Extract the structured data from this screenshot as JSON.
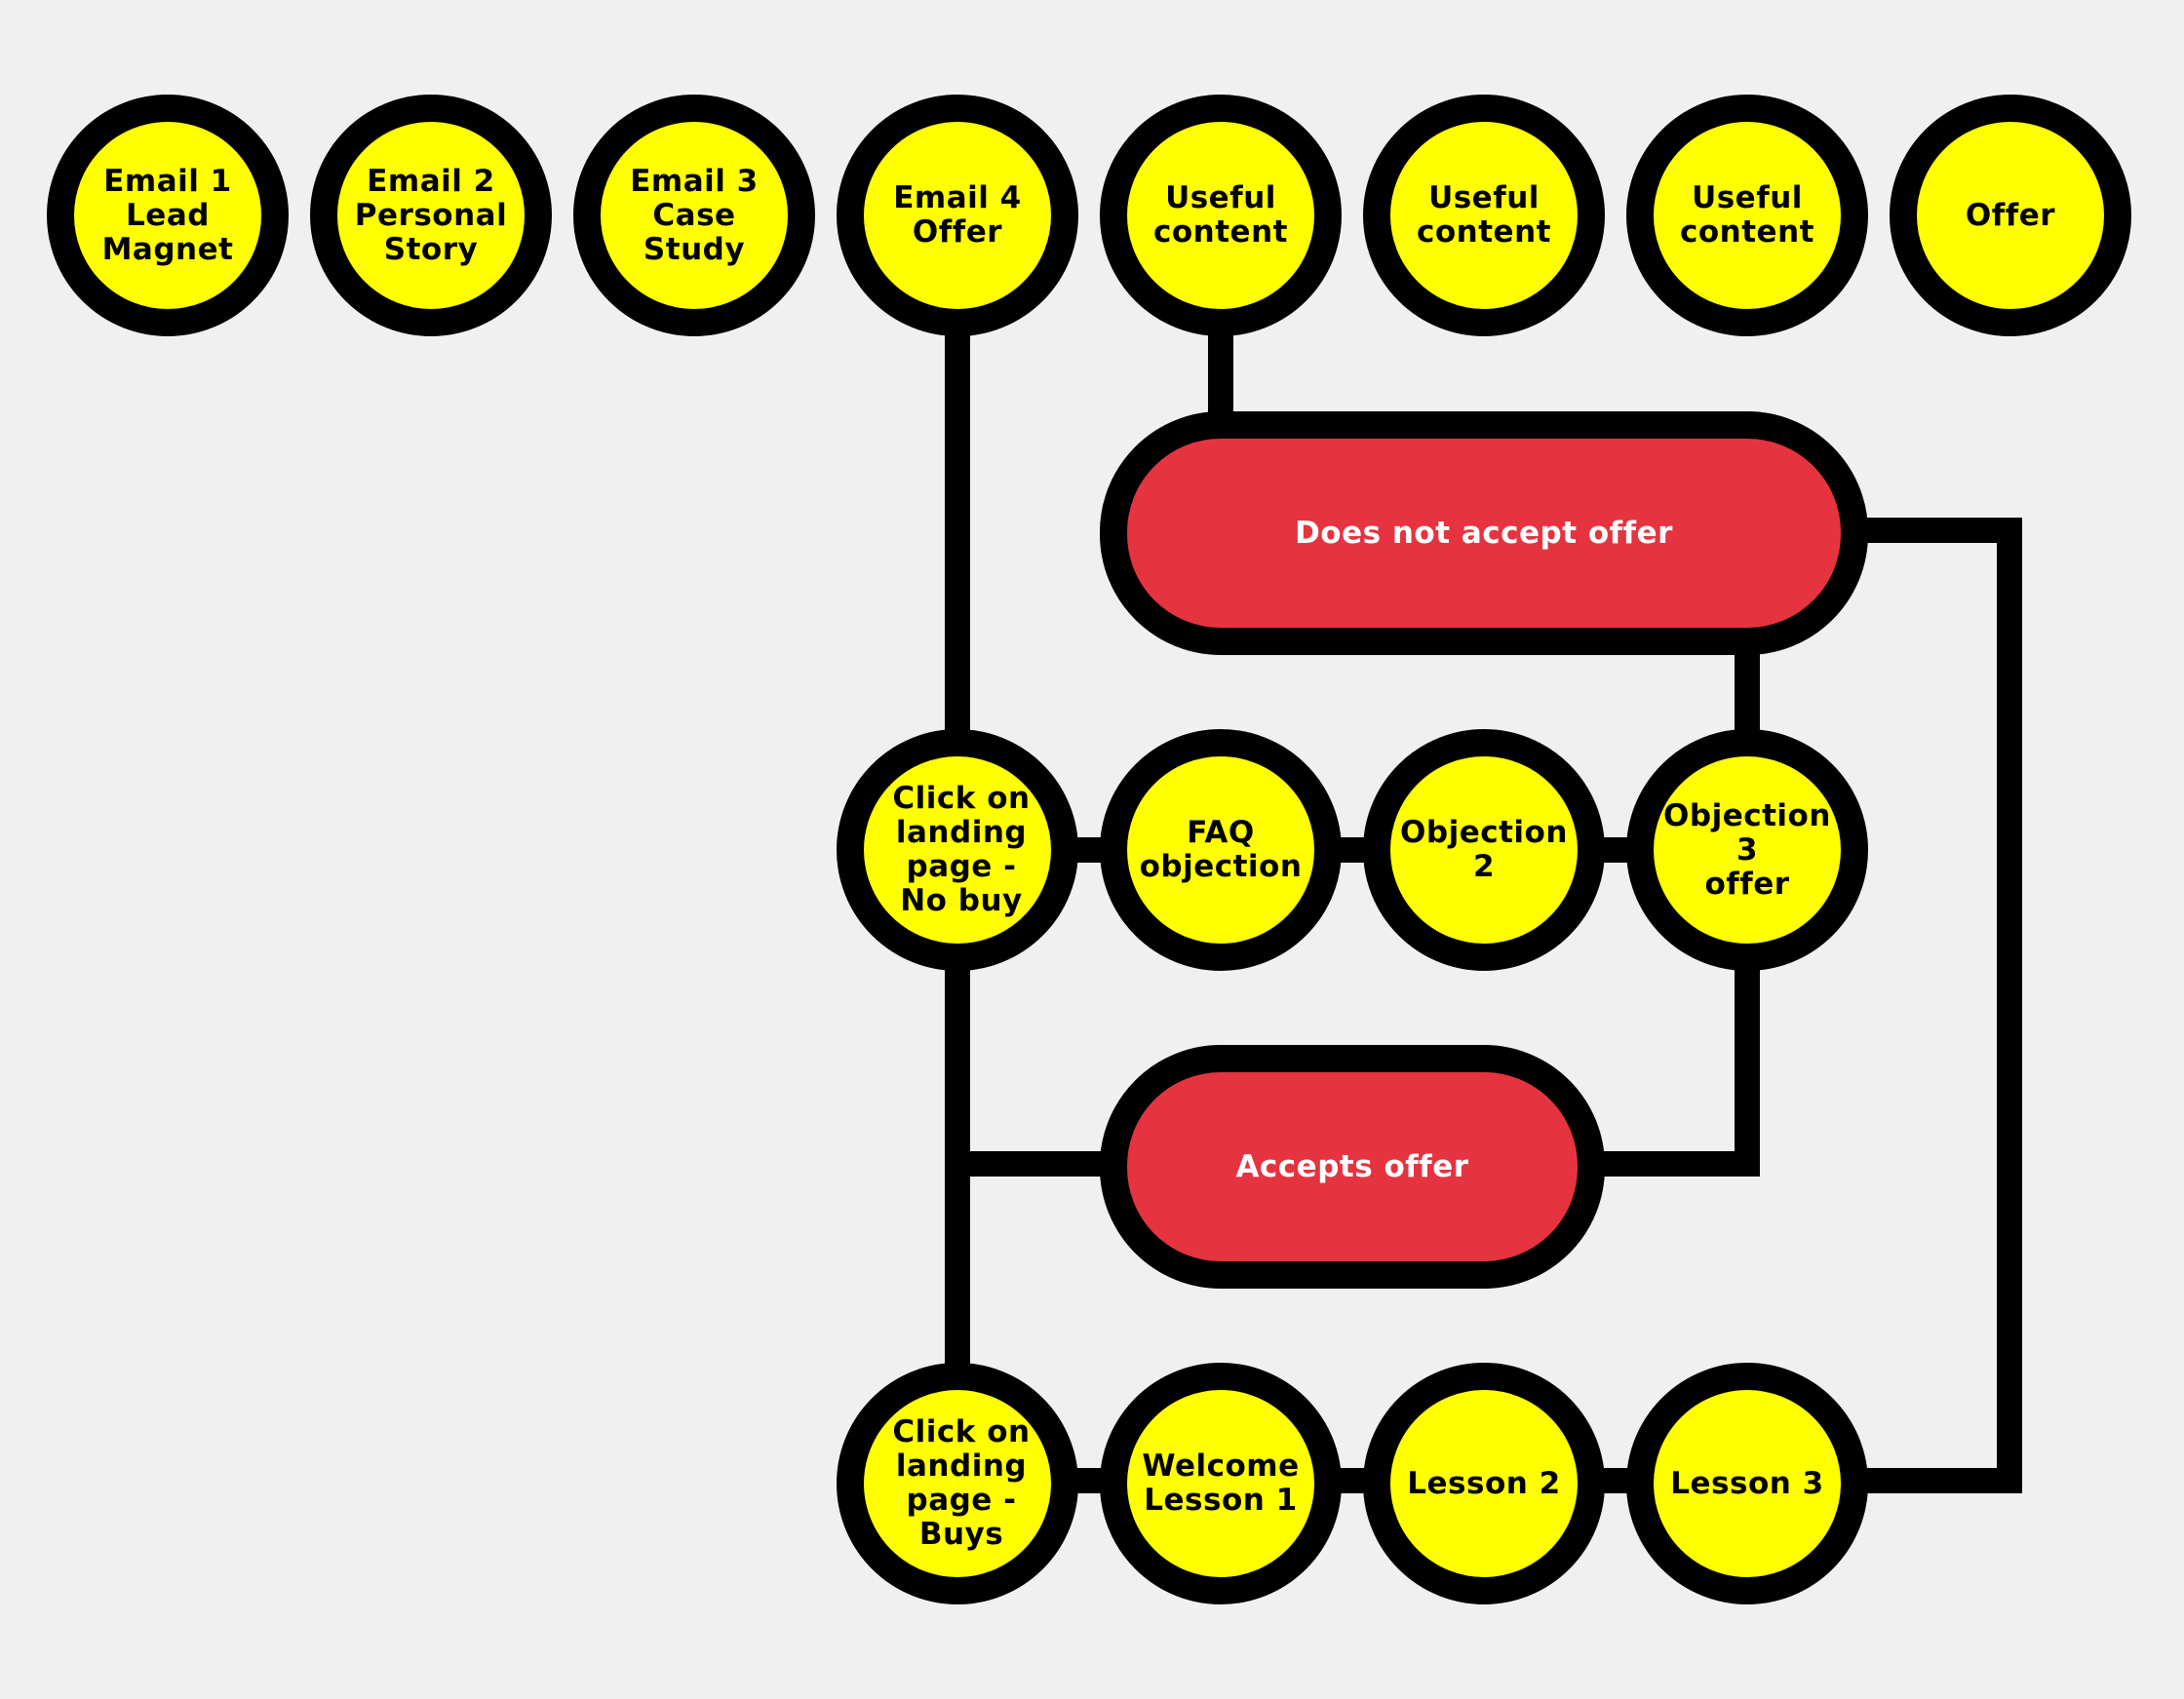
{
  "colors": {
    "background": "#f0f0f0",
    "node_fill": "#ffff00",
    "decision_fill": "#e5343f",
    "outline": "#000000"
  },
  "top_row": [
    {
      "label": "Email 1\nLead\nMagnet"
    },
    {
      "label": "Email 2\nPersonal\nStory"
    },
    {
      "label": "Email 3\nCase\nStudy"
    },
    {
      "label": "Email 4\nOffer"
    },
    {
      "label": "Useful\ncontent"
    },
    {
      "label": "Useful\ncontent"
    },
    {
      "label": "Useful\ncontent"
    },
    {
      "label": "Offer"
    }
  ],
  "decisions": {
    "not_accept": "Does not accept offer",
    "accepts": "Accepts offer"
  },
  "objection_row": [
    {
      "label": "Click on\nlanding\npage -\nNo buy"
    },
    {
      "label": "FAQ\nobjection"
    },
    {
      "label": "Objection\n2"
    },
    {
      "label": "Objection\n3\noffer"
    }
  ],
  "course_row": [
    {
      "label": "Click on\nlanding\npage -\nBuys"
    },
    {
      "label": "Welcome\nLesson 1"
    },
    {
      "label": "Lesson 2"
    },
    {
      "label": "Lesson 3"
    }
  ]
}
